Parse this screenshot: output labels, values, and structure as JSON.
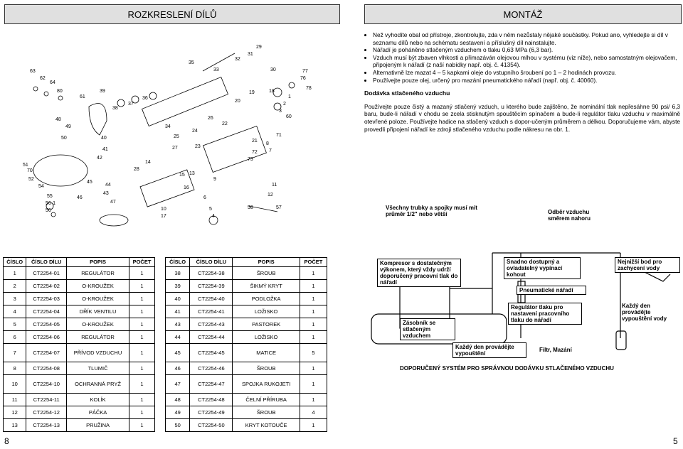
{
  "header_left": "ROZKRESLENÍ DÍLŮ",
  "header_right": "MONTÁŽ",
  "diagram_labels": [
    "63",
    "62",
    "64",
    "80",
    "61",
    "39",
    "38",
    "37",
    "36",
    "35",
    "33",
    "32",
    "31",
    "29",
    "30",
    "77",
    "76",
    "78",
    "1",
    "2",
    "3",
    "60",
    "18",
    "19",
    "20",
    "26",
    "22",
    "24",
    "25",
    "23",
    "27",
    "34",
    "48",
    "49",
    "50",
    "51",
    "70",
    "52",
    "54",
    "55",
    "56-1",
    "56",
    "46",
    "45",
    "44",
    "43",
    "47",
    "40",
    "41",
    "42",
    "28",
    "14",
    "13",
    "15",
    "16",
    "17",
    "10",
    "9",
    "6",
    "5",
    "4",
    "57",
    "58",
    "11",
    "12",
    "71",
    "72",
    "73",
    "8",
    "7",
    "21"
  ],
  "montaz_bullets": [
    "Než vyhodíte obal od přístroje, zkontrolujte, zda v něm nezůstaly nějaké součástky. Pokud ano, vyhledejte si díl v seznamu dílů nebo na schématu sestavení a příslušný díl nainstalujte.",
    "Nářadí je poháněno stlačeným vzduchem o tlaku 0,63 MPa (6,3 bar).",
    "Vzduch musí být zbaven vlhkosti a přimazáván olejovou mlhou v systému (viz níže), nebo samostatným olejovačem, připojeným k nářadí (z naší nabídky např. obj. č. 41354).",
    "Alternativně lze mazat 4 – 5 kapkami oleje do vstupního šroubení po 1 – 2 hodinách provozu.",
    "Používejte pouze olej, určený pro mazání pneumatického nářadí (např. obj. č. 40060)."
  ],
  "air_heading": "Dodávka stlačeného vzduchu",
  "air_paragraph": "Používejte pouze čistý a mazaný stlačený vzduch, u kterého bude zajištěno, že nominální tlak nepřesáhne 90 psi/ 6,3 baru, bude-li nářadí v chodu se zcela stisknutým spouštěcím spínačem a bude-li regulátor tlaku vzduchu v maximálně otevřené poloze. Používejte hadice na stlačený vzduch s dopor-učeným průměrem a délkou. Doporučujeme vám, abyste provedli připojení nářadí ke zdroji stlačeného vzduchu podle nákresu na obr. 1.",
  "air_diagram": {
    "fittings": "Všechny trubky a spojky musí mít průměr 1/2\" nebo větší",
    "flow": "Odběr vzduchu směrem nahoru",
    "compressor": "Kompresor s dostatečným výkonem, který vždy udrží doporučený pracovní tlak do nářadí",
    "lubricator": "Snadno dostupný a ovladatelný vypínací kohout",
    "pneumatic_tool": "Pneumatické nářadí",
    "low_point": "Nejnižší bod pro zachycení vody",
    "regulator": "Regulátor tlaku pro nastavení pracovního tlaku do nářadí",
    "each_low": "Každý den provádějte vypouštění vody",
    "tank": "Zásobník se stlačeným vzduchem",
    "daily_drain": "Každý den provádějte vypouštění",
    "filter": "Filtr, Mazání",
    "caption": "DOPORUČENÝ SYSTÉM PRO SPRÁVNOU DODÁVKU STLAČENÉHO VZDUCHU"
  },
  "table_headers": [
    "ČÍSLO",
    "ČÍSLO DÍLU",
    "POPIS",
    "POČET"
  ],
  "table_left": [
    [
      "1",
      "CT2254-01",
      "REGULÁTOR",
      "1"
    ],
    [
      "2",
      "CT2254-02",
      "O-KROUŽEK",
      "1"
    ],
    [
      "3",
      "CT2254-03",
      "O-KROUŽEK",
      "1"
    ],
    [
      "4",
      "CT2254-04",
      "DŘÍK VENTILU",
      "1"
    ],
    [
      "5",
      "CT2254-05",
      "O-KROUŽEK",
      "1"
    ],
    [
      "6",
      "CT2254-06",
      "REGULÁTOR",
      "1"
    ],
    [
      "7",
      "CT2254-07",
      "PŘÍVOD VZDUCHU",
      "1"
    ],
    [
      "8",
      "CT2254-08",
      "TLUMIČ",
      "1"
    ],
    [
      "10",
      "CT2254-10",
      "OCHRANNÁ PRYŽ",
      "1"
    ],
    [
      "11",
      "CT2254-11",
      "KOLÍK",
      "1"
    ],
    [
      "12",
      "CT2254-12",
      "PÁČKA",
      "1"
    ],
    [
      "13",
      "CT2254-13",
      "PRUŽINA",
      "1"
    ]
  ],
  "table_right": [
    [
      "38",
      "CT2254-38",
      "ŠROUB",
      "1"
    ],
    [
      "39",
      "CT2254-39",
      "ŠIKMÝ KRYT",
      "1"
    ],
    [
      "40",
      "CT2254-40",
      "PODLOŽKA",
      "1"
    ],
    [
      "41",
      "CT2254-41",
      "LOŽISKO",
      "1"
    ],
    [
      "43",
      "CT2254-43",
      "PASTOREK",
      "1"
    ],
    [
      "44",
      "CT2254-44",
      "LOŽISKO",
      "1"
    ],
    [
      "45",
      "CT2254-45",
      "MATICE",
      "5"
    ],
    [
      "46",
      "CT2254-46",
      "ŠROUB",
      "1"
    ],
    [
      "47",
      "CT2254-47",
      "SPOJKA RUKOJETI",
      "1"
    ],
    [
      "48",
      "CT2254-48",
      "ČELNÍ PŘÍRUBA",
      "1"
    ],
    [
      "49",
      "CT2254-49",
      "ŠROUB",
      "4"
    ],
    [
      "50",
      "CT2254-50",
      "KRYT KOTOUČE",
      "1"
    ]
  ],
  "page_left": "8",
  "page_right": "5"
}
